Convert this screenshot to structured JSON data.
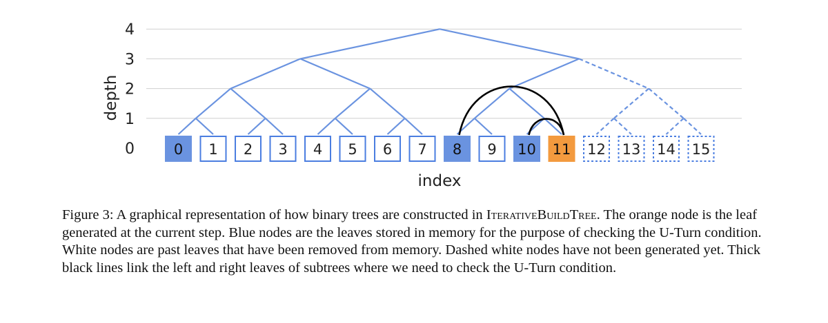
{
  "diagram": {
    "ylabel": "depth",
    "xlabel": "index",
    "y_ticks": [
      "0",
      "1",
      "2",
      "3",
      "4"
    ],
    "leaves": [
      {
        "label": "0",
        "state": "blue"
      },
      {
        "label": "1",
        "state": "white"
      },
      {
        "label": "2",
        "state": "white"
      },
      {
        "label": "3",
        "state": "white"
      },
      {
        "label": "4",
        "state": "white"
      },
      {
        "label": "5",
        "state": "white"
      },
      {
        "label": "6",
        "state": "white"
      },
      {
        "label": "7",
        "state": "white"
      },
      {
        "label": "8",
        "state": "blue"
      },
      {
        "label": "9",
        "state": "white"
      },
      {
        "label": "10",
        "state": "blue"
      },
      {
        "label": "11",
        "state": "orange"
      },
      {
        "label": "12",
        "state": "dashed"
      },
      {
        "label": "13",
        "state": "dashed"
      },
      {
        "label": "14",
        "state": "dashed"
      },
      {
        "label": "15",
        "state": "dashed"
      }
    ],
    "colors": {
      "blue": "#6a93e0",
      "orange": "#f39a3e",
      "white_border": "#4a7de0",
      "arc": "#000000",
      "grid": "#cfcfcf",
      "text": "#222222"
    },
    "generated_count": 12,
    "uturn_arcs": [
      [
        8,
        11
      ],
      [
        10,
        11
      ]
    ]
  },
  "caption": {
    "prefix": "Figure 3: A graphical representation of how binary trees are constructed in ",
    "algorithm": "IterativeBuildTree",
    "rest": ". The orange node is the leaf generated at the current step. Blue nodes are the leaves stored in memory for the purpose of checking the U-Turn condition. White nodes are past leaves that have been removed from memory. Dashed white nodes have not been generated yet. Thick black lines link the left and right leaves of subtrees where we need to check the U-Turn condition."
  }
}
